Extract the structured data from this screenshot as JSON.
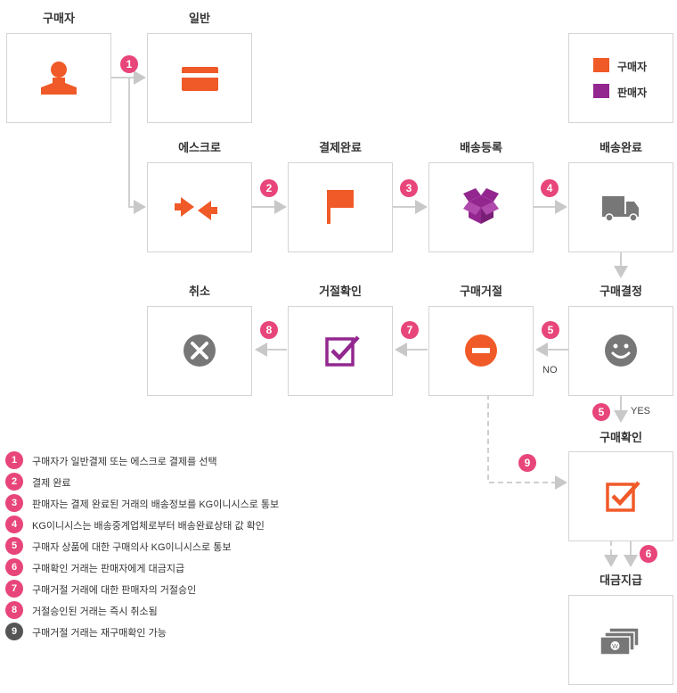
{
  "colors": {
    "buyer": "#f05a28",
    "seller": "#93278f",
    "neutral": "#777777",
    "badge": "#e8457a",
    "badge_gray": "#555555"
  },
  "nodes": {
    "buyer": {
      "label": "구매자",
      "icon": "person-icon"
    },
    "general": {
      "label": "일반",
      "icon": "credit-card-icon"
    },
    "escrow": {
      "label": "에스크로",
      "icon": "escrow-arrows-icon"
    },
    "payment_done": {
      "label": "결제완료",
      "icon": "flag-icon"
    },
    "ship_register": {
      "label": "배송등록",
      "icon": "box-icon"
    },
    "ship_done": {
      "label": "배송완료",
      "icon": "truck-icon"
    },
    "buy_decision": {
      "label": "구매결정",
      "icon": "smiley-icon"
    },
    "buy_reject": {
      "label": "구매거절",
      "icon": "minus-circle-icon"
    },
    "reject_confirm": {
      "label": "거절확인",
      "icon": "checkbox-icon"
    },
    "cancel": {
      "label": "취소",
      "icon": "x-circle-icon"
    },
    "buy_confirm": {
      "label": "구매확인",
      "icon": "checkbox-icon"
    },
    "payout": {
      "label": "대금지급",
      "icon": "money-icon"
    }
  },
  "legend": [
    {
      "label": "구매자",
      "color": "#f05a28"
    },
    {
      "label": "판매자",
      "color": "#93278f"
    }
  ],
  "branch": {
    "no": "NO",
    "yes": "YES"
  },
  "badges": {
    "b1": "1",
    "b2": "2",
    "b3": "3",
    "b4": "4",
    "b5a": "5",
    "b5b": "5",
    "b6": "6",
    "b7": "7",
    "b8": "8",
    "b9": "9"
  },
  "notes": [
    {
      "num": "1",
      "text": "구매자가 일반결제 또는 에스크로 결제를 선택"
    },
    {
      "num": "2",
      "text": "결제 완료"
    },
    {
      "num": "3",
      "text": "판매자는 결제 완료된 거래의 배송정보를 KG이니시스로 통보"
    },
    {
      "num": "4",
      "text": "KG이니시스는 배송중계업체로부터 배송완료상태 값 확인"
    },
    {
      "num": "5",
      "text": "구매자 상품에 대한 구매의사 KG이니시스로 통보"
    },
    {
      "num": "6",
      "text": "구매확인 거래는 판매자에게 대금지급"
    },
    {
      "num": "7",
      "text": "구매거절 거래에 대한 판매자의 거절승인"
    },
    {
      "num": "8",
      "text": "거절승인된 거래는 즉시 취소됨"
    },
    {
      "num": "9",
      "text": "구매거절 거래는 재구매확인 가능"
    }
  ]
}
